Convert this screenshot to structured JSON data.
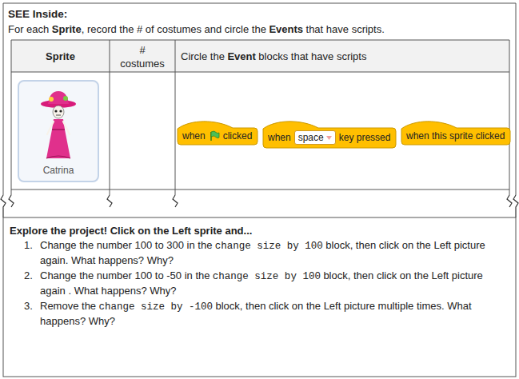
{
  "diagram": {
    "title": "SEE Inside:",
    "nodes": [
      {
        "text": [
          "Catrina"
        ]
      },
      {
        "text": [
          "when",
          "clicked"
        ]
      },
      {
        "text": [
          "when",
          "space",
          "key pressed"
        ]
      },
      {
        "text": [
          "when this sprite clicked"
        ]
      }
    ],
    "labels": [
      "For each",
      "Sprite",
      ", record the # of costumes and circle the",
      "Events",
      "that have scripts.",
      "Sprite",
      "# costumes",
      "Circle the",
      "Event",
      "blocks that have scripts",
      "Explore the project! Click on the Left sprite and...",
      "1.",
      "Change the number 100 to 300 in the",
      "change size by 100",
      "block, then click on the Left picture again. What happens? Why?",
      "2.",
      "Change the number 100 to -50 in the",
      "change size by 100",
      "block, then click on the Left picture again . What happens? Why?",
      "3.",
      "Remove the",
      "change size by -100",
      "block, then click on the Left picture multiple times. What happens? Why?"
    ]
  }
}
